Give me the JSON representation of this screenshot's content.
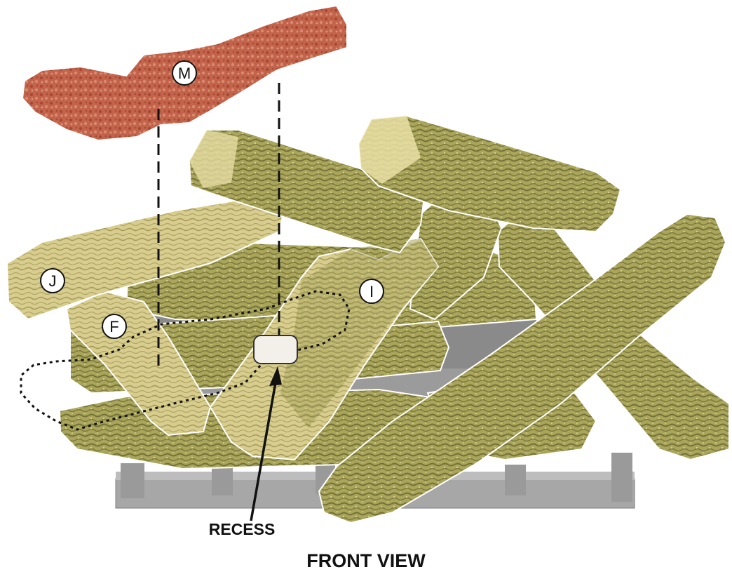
{
  "diagram": {
    "view_title": "FRONT VIEW",
    "callout": "RECESS",
    "log_labels": {
      "m": "M",
      "j": "J",
      "f": "F",
      "i": "I"
    },
    "colors": {
      "log_m": "#c2634b",
      "log_bark": "#a9a55a",
      "log_light": "#e3d89f",
      "grate": "#a7a7a7",
      "background": "#ffffff"
    }
  }
}
